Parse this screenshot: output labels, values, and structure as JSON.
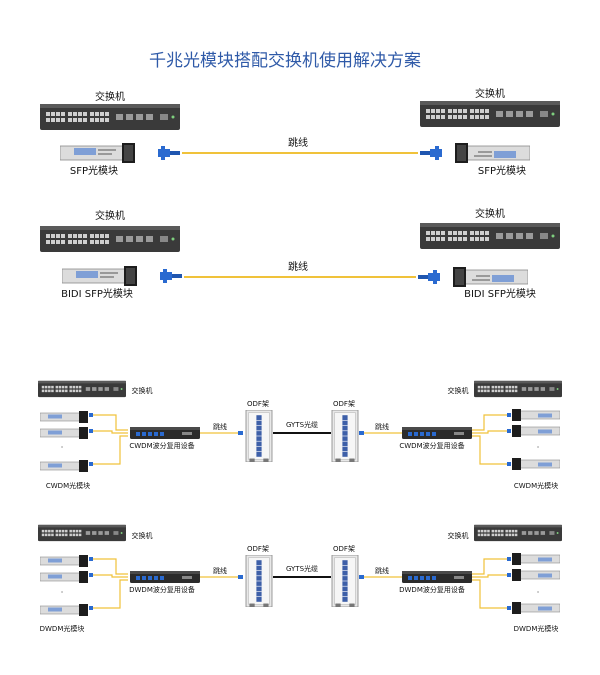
{
  "title": "千兆光模块搭配交换机使用解决方案",
  "labels": {
    "switch": "交换机",
    "patch_cord": "跳线",
    "sfp_module": "SFP光模块",
    "bidi_module": "BIDI SFP光模块",
    "odf": "ODF架",
    "gyts": "GYTS光缆",
    "cwdm_mux": "CWDM波分复用设备",
    "dwdm_mux": "DWDM波分复用设备",
    "cwdm_module": "CWDM光模块",
    "dwdm_module": "DWDM光模块",
    "dots": "·"
  },
  "colors": {
    "title": "#2f5aa8",
    "fiber_yellow": "#f0c23a",
    "fiber_blue": "#2a6ad0",
    "trunk": "#111111",
    "device_dark": "#3a3a3a",
    "port_silver": "#c9c9c9"
  },
  "icons": [
    "switch-icon",
    "sfp-module-icon",
    "lc-connector-icon",
    "odf-rack-icon",
    "wdm-mux-icon"
  ]
}
